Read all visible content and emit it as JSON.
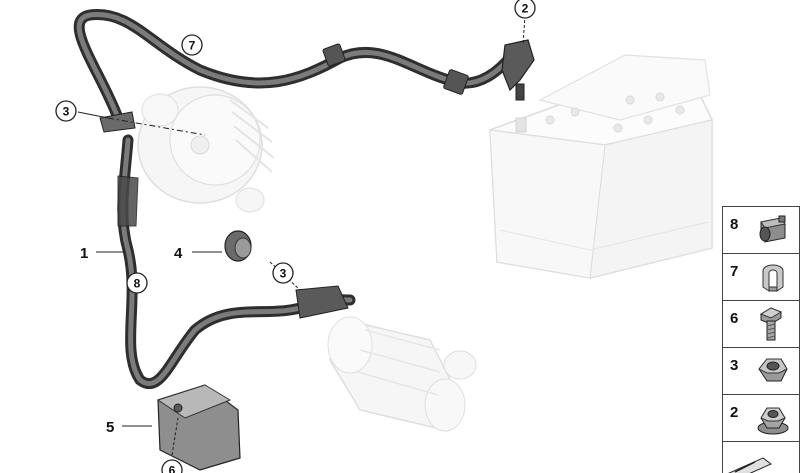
{
  "callouts": {
    "c2": "2",
    "c3a": "3",
    "c3b": "3",
    "c7": "7",
    "c8": "8",
    "c6": "6"
  },
  "part_labels": {
    "p1": "1",
    "p4": "4",
    "p5": "5"
  },
  "legend": [
    {
      "number": "8",
      "icon": "cable-clip-icon"
    },
    {
      "number": "7",
      "icon": "holder-clip-icon"
    },
    {
      "number": "6",
      "icon": "bolt-icon"
    },
    {
      "number": "3",
      "icon": "hex-nut-icon"
    },
    {
      "number": "2",
      "icon": "hex-nut-collar-icon"
    },
    {
      "number": "",
      "icon": "shim-plate-icon"
    }
  ]
}
